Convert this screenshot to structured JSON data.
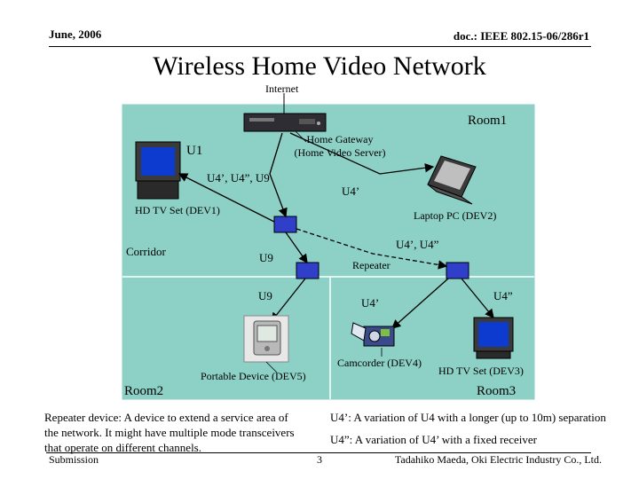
{
  "header": {
    "date": "June, 2006",
    "doc_id": "doc.: IEEE 802.15-06/286r1"
  },
  "title": "Wireless Home Video Network",
  "diagram": {
    "internet": "Internet",
    "room1": "Room1",
    "room2": "Room2",
    "room3": "Room3",
    "corridor": "Corridor",
    "gateway_line1": "Home Gateway",
    "gateway_line2": "(Home Video Server)",
    "u1": "U1",
    "link_left": "U4’, U4”, U9",
    "link_right": "U4’",
    "tv1": "HD TV Set (DEV1)",
    "laptop": "Laptop PC (DEV2)",
    "u9_upper": "U9",
    "u9_lower": "U9",
    "repeater_link": "U4’, U4”",
    "repeater": "Repeater",
    "u4p_lower": "U4’",
    "u4pp_lower": "U4”",
    "camcorder": "Camcorder (DEV4)",
    "tv3": "HD TV Set (DEV3)",
    "portable": "Portable Device (DEV5)",
    "colors": {
      "room_fill": "#8dd0c6",
      "repeater_fill": "#2f3fc9"
    }
  },
  "notes": {
    "repeater_line1": "Repeater device: A device to extend a service area of",
    "repeater_line2": "the network. It might have multiple mode transceivers",
    "repeater_line3": "that operate on different channels.",
    "u4p_def": "U4’: A variation of U4 with a longer (up to 10m) separation",
    "u4pp_def": "U4”: A variation of U4’ with a fixed receiver"
  },
  "footer": {
    "submission": "Submission",
    "page": "3",
    "author": "Tadahiko Maeda, Oki Electric Industry Co., Ltd."
  }
}
